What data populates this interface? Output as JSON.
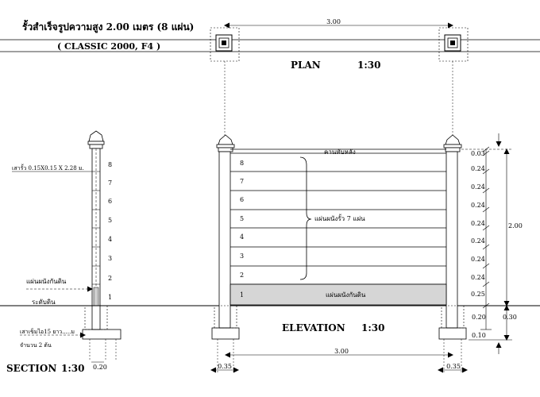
{
  "title": {
    "line1": "รั้วสำเร็จรูปความสูง 2.00 เมตร (8 แผ่น)",
    "line2": "( CLASSIC 2000, F4 )"
  },
  "plan": {
    "label": "PLAN",
    "scale": "1:30",
    "span": "3.00"
  },
  "section": {
    "label": "SECTION",
    "scale": "1:30",
    "post_note": "เสารั้ว  0.15X0.15 X 2.28 ม.",
    "panel_numbers": [
      "1",
      "2",
      "3",
      "4",
      "5",
      "6",
      "7",
      "8"
    ],
    "retaining_note": "แผ่นผนังกันดิน",
    "ground_note": "ระดับดิน",
    "pile_note_1": "เสาเข็มไอ15 ยาว.....ม",
    "pile_note_2": "จำนวน 2 ต้น",
    "footing_width": "0.20"
  },
  "elevation": {
    "label": "ELEVATION",
    "scale": "1:30",
    "top_beam": "คานทับหลัง",
    "panel_numbers": [
      "1",
      "2",
      "3",
      "4",
      "5",
      "6",
      "7",
      "8"
    ],
    "panels_note": "แผ่นผนังรั้ว 7 แผ่น",
    "retaining_panel": "แผ่นผนังกันดิน",
    "span": "3.00",
    "footing_left": "0.35",
    "footing_right": "0.35"
  },
  "dimensions": {
    "segments": [
      "0.03",
      "0.24",
      "0.24",
      "0.24",
      "0.24",
      "0.24",
      "0.24",
      "0.24",
      "0.25"
    ],
    "total_height": "2.00",
    "below_1": "0.20",
    "below_total": "0.30",
    "below_2": "0.10"
  }
}
